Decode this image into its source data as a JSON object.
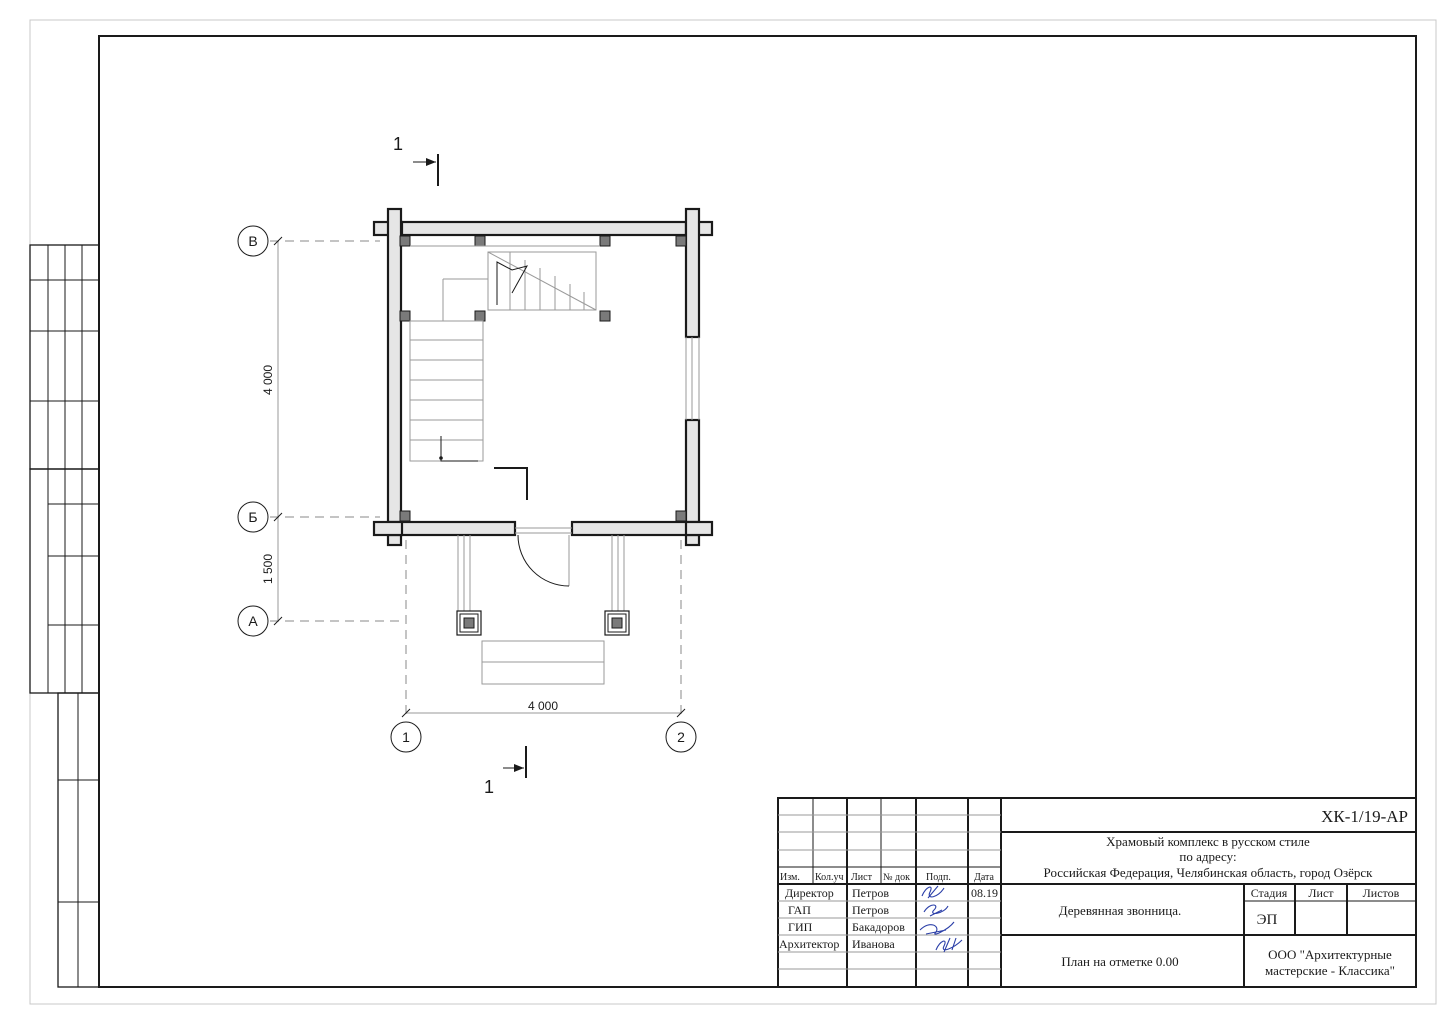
{
  "plan": {
    "axes": {
      "row_top": "В",
      "row_mid": "Б",
      "row_bottom": "А",
      "col_left": "1",
      "col_right": "2"
    },
    "dimensions": {
      "upper_vertical": "4 000",
      "lower_vertical": "1 500",
      "horizontal": "4 000"
    },
    "section_marks": {
      "top": "1",
      "bottom": "1"
    }
  },
  "title_block": {
    "doc_code": "ХК-1/19-АР",
    "project_line1": "Храмовый комплекс в русском стиле",
    "project_line2": "по адресу:",
    "project_line3": "Российская Федерация, Челябинская область, город Озёрск",
    "headers": {
      "izm": "Изм.",
      "kol": "Кол.уч",
      "list": "Лист",
      "doc": "№ док",
      "sign": "Подп.",
      "date": "Дата"
    },
    "roles": [
      "Директор",
      "ГАП",
      "ГИП",
      "Архитектор"
    ],
    "names": [
      "Петров",
      "Петров",
      "Бакадоров",
      "Иванова"
    ],
    "date": "08.19",
    "object_name": "Деревянная звонница.",
    "sheet_name": "План на отметке 0.00",
    "stage_label": "Стадия",
    "sheet_label": "Лист",
    "sheets_label": "Листов",
    "stage_value": "ЭП",
    "org_line1": "ООО \"Архитектурные",
    "org_line2": "мастерские - Классика\""
  },
  "colors": {
    "ink": "#1a1a1a",
    "signature": "#2b3fa8",
    "wall_fill": "#e6e6e6"
  }
}
